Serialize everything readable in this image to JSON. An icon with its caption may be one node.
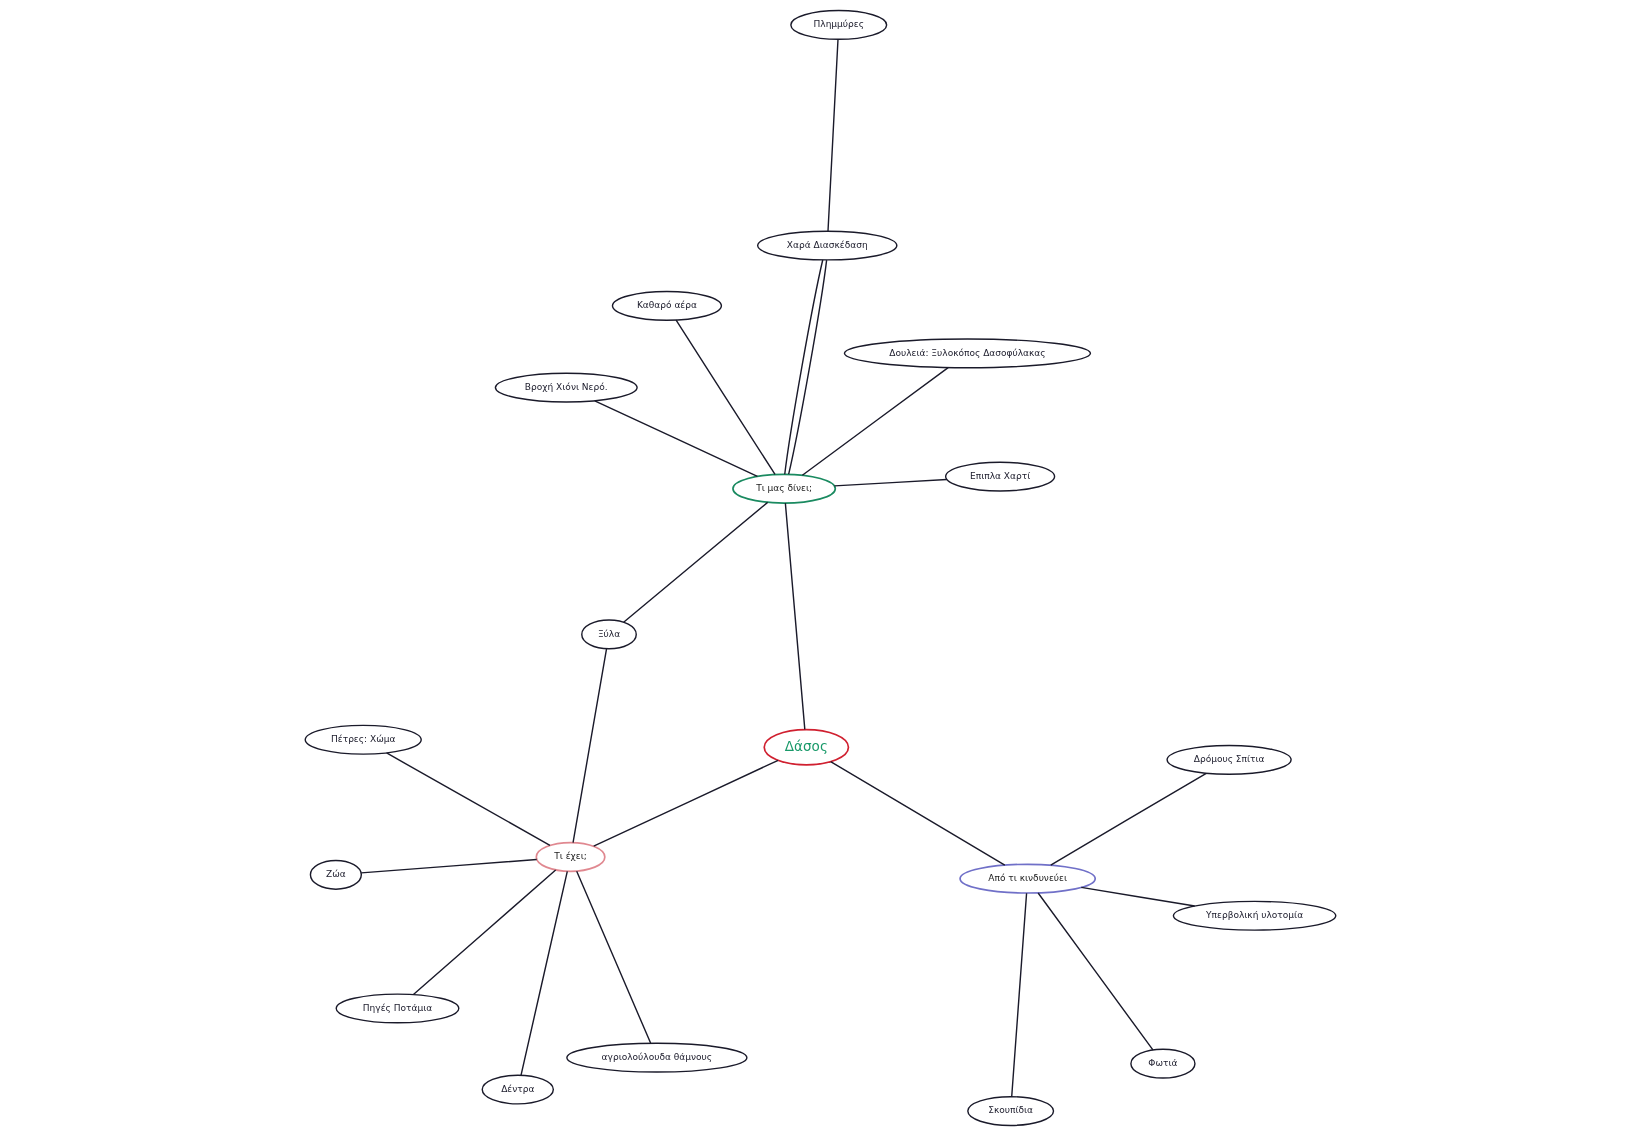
{
  "diagram": {
    "nodes": [
      {
        "text": [
          "Πέτρες: Χώμα"
        ]
      },
      {
        "text": [
          "αγριολούλουδα θάμνους"
        ]
      },
      {
        "text": [
          "Δέντρα"
        ]
      },
      {
        "text": [
          "Καθαρό αέρα"
        ]
      },
      {
        "text": [
          "Ξύλα"
        ]
      },
      {
        "text": [
          "Τι έχει;"
        ]
      },
      {
        "text": [
          "Ζώα"
        ]
      },
      {
        "text": [
          "Επιπλα Χαρτί"
        ]
      },
      {
        "text": [
          "Πηγές Ποτάμια"
        ]
      },
      {
        "text": [
          "Τι μας δίνει;"
        ]
      },
      {
        "text": [
          "Δάσος"
        ]
      },
      {
        "text": [
          "Σκουπίδια"
        ]
      },
      {
        "text": [
          "Δουλειά: Ξυλοκόπος Δασοφύλακας"
        ]
      },
      {
        "text": [
          "Από τι κινδυνεύει"
        ]
      },
      {
        "text": [
          "Χαρά Διασκέδαση"
        ]
      },
      {
        "text": [
          "Φωτιά"
        ]
      },
      {
        "text": [
          "Υπερβολική υλοτομία"
        ]
      },
      {
        "text": [
          "Βροχή Χιόνι Νερό."
        ]
      },
      {
        "text": [
          "Δρόμους Σπίτια"
        ]
      },
      {
        "text": [
          "Πλημμύρες"
        ]
      }
    ],
    "edges": [
      {
        "from": 10,
        "to": 5,
        "arrow": "none"
      },
      {
        "from": 10,
        "to": 9,
        "arrow": "none"
      },
      {
        "from": 10,
        "to": 13,
        "arrow": "none"
      },
      {
        "from": 5,
        "to": 0,
        "arrow": "none"
      },
      {
        "from": 5,
        "to": 1,
        "arrow": "none"
      },
      {
        "from": 5,
        "to": 2,
        "arrow": "none"
      },
      {
        "from": 5,
        "to": 6,
        "arrow": "none"
      },
      {
        "from": 5,
        "to": 8,
        "arrow": "none"
      },
      {
        "from": 5,
        "to": 4,
        "arrow": "none"
      },
      {
        "from": 4,
        "to": 9,
        "arrow": "none"
      },
      {
        "from": 9,
        "to": 3,
        "arrow": "none"
      },
      {
        "from": 9,
        "to": 7,
        "arrow": "none"
      },
      {
        "from": 9,
        "to": 12,
        "arrow": "none"
      },
      {
        "from": 9,
        "to": 17,
        "arrow": "none"
      },
      {
        "from": 9,
        "to": 14,
        "arrow": "none"
      },
      {
        "from": 9,
        "to": 14,
        "arrow": "none"
      },
      {
        "from": 14,
        "to": 19,
        "arrow": "none"
      },
      {
        "from": 13,
        "to": 11,
        "arrow": "none"
      },
      {
        "from": 13,
        "to": 15,
        "arrow": "none"
      },
      {
        "from": 13,
        "to": 16,
        "arrow": "none"
      },
      {
        "from": 13,
        "to": 18,
        "arrow": "none"
      }
    ]
  }
}
